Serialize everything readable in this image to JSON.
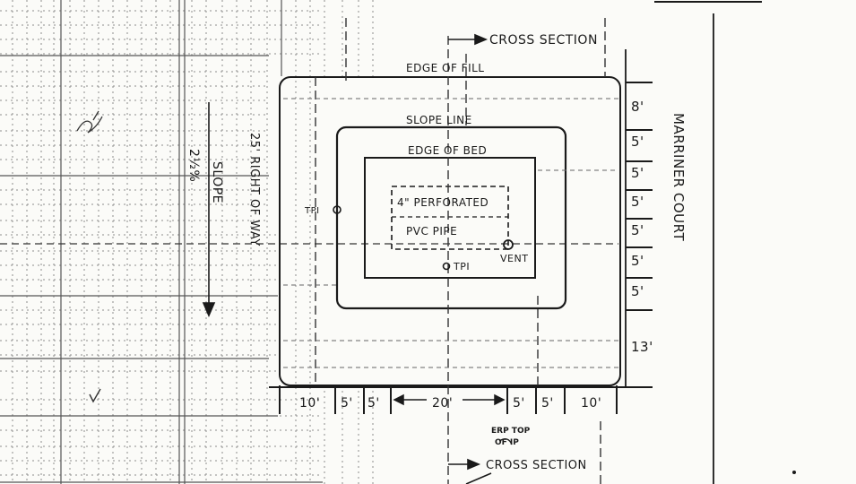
{
  "labels": {
    "cross_section_top": "CROSS SECTION",
    "cross_section_bottom": "CROSS SECTION",
    "edge_of_fill": "EDGE OF FILL",
    "slope_line": "SLOPE LINE",
    "edge_of_bed": "EDGE OF BED",
    "perforated": "4\" PERFORATED",
    "pvc_pipe": "PVC PIPE",
    "vent": "VENT",
    "tpi_left": "TPI",
    "tpi_bottom": "TPI",
    "erp_line1": "ERP TOP",
    "erp_line2": "OF IP",
    "street": "MARRINER COURT",
    "slope_word": "SLOPE",
    "slope_pct": "2½%",
    "row_label": "25' RIGHT OF WAY"
  },
  "right_dimensions": [
    "8'",
    "5'",
    "5'",
    "5'",
    "5'",
    "5'",
    "5'",
    "13'"
  ],
  "bottom_dimensions": [
    "10'",
    "5'",
    "5'",
    "20'",
    "5'",
    "5'",
    "10'"
  ],
  "colors": {
    "ink": "#1a1a1a",
    "grid": "#9a9a9a",
    "paper": "#fbfbf8"
  }
}
